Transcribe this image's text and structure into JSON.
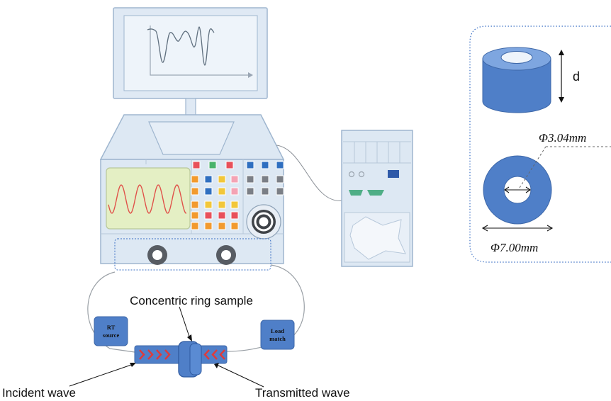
{
  "labels": {
    "concentric_ring_sample": "Concentric ring sample",
    "incident_wave": "Incident wave",
    "transmitted_wave": "Transmitted wave",
    "rt_source_line1": "RT",
    "rt_source_line2": "source",
    "load_match_line1": "Load",
    "load_match_line2": "match",
    "height_label": "d",
    "inner_diameter": "Φ3.04mm",
    "outer_diameter": "Φ7.00mm"
  },
  "colors": {
    "ring_blue": "#4f7fc8",
    "ring_dark": "#3d67a8",
    "analyzer_body": "#dde8f3",
    "analyzer_outline": "#9fb6cf",
    "screen_green": "#e4efc4",
    "wave_red": "#e0524a",
    "button_red": "#e8505a",
    "button_green": "#49b36a",
    "button_blue": "#2f6fc0",
    "button_orange": "#f29a2e",
    "button_yellow": "#f2c73a",
    "button_pink": "#f4a3b4",
    "button_gray": "#7b7f86",
    "arrow_red": "#e03a3a",
    "dotted_border": "#3a6fc4"
  }
}
